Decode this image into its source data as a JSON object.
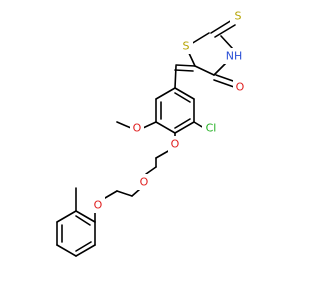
{
  "structure": {
    "atoms": {
      "S_ring": "S",
      "S_thione": "S",
      "NH": "NH",
      "O_carbonyl": "O",
      "O_methoxy": "O",
      "Cl": "Cl",
      "O_ether1": "O",
      "O_ether2": "O",
      "O_aryl": "O"
    }
  },
  "colors": {
    "bond": "#000000",
    "carbon": "#000000",
    "sulfur": "#b5a300",
    "nitrogen": "#2a4fd6",
    "oxygen": "#e02020",
    "chlorine": "#22b022"
  }
}
